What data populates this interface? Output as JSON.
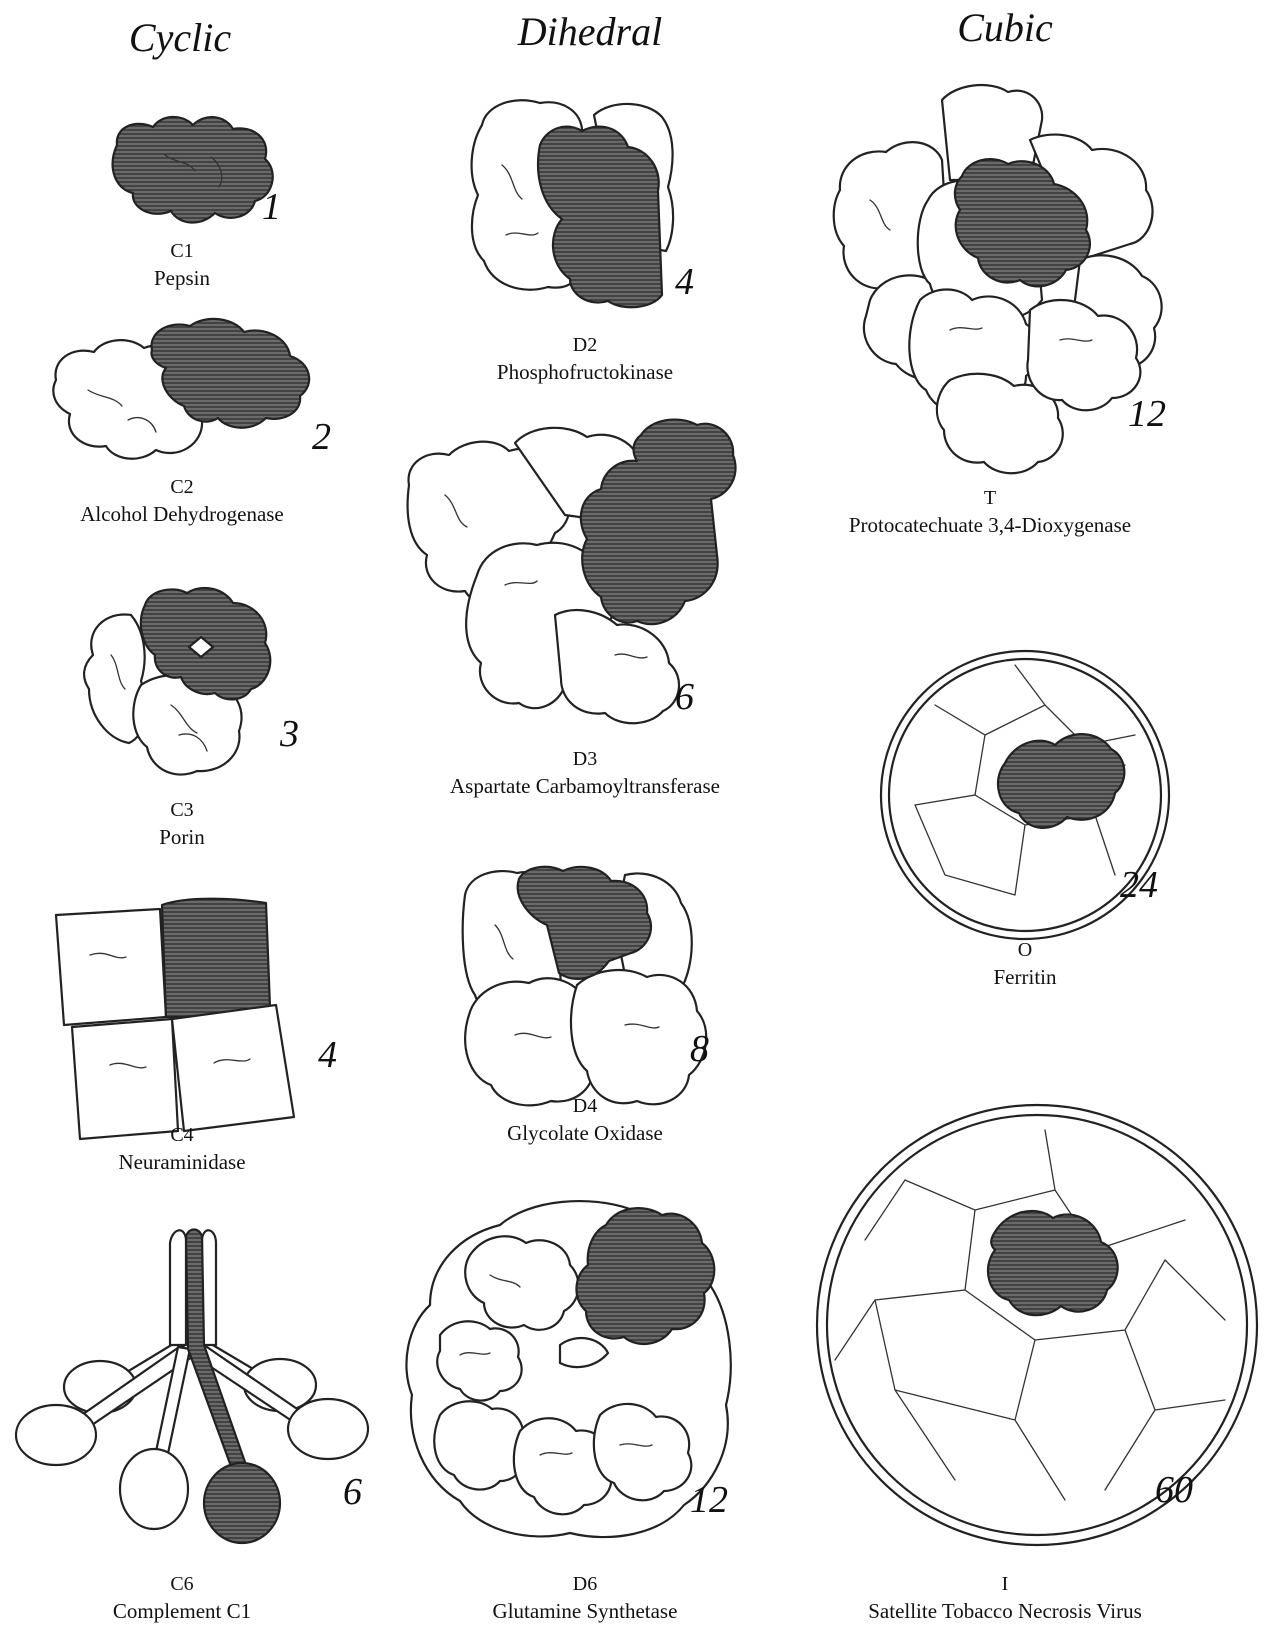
{
  "columns": {
    "cyclic": "Cyclic",
    "dihedral": "Dihedral",
    "cubic": "Cubic"
  },
  "panels": {
    "c1": {
      "symbol": "C1",
      "name": "Pepsin",
      "count": "1"
    },
    "c2": {
      "symbol": "C2",
      "name": "Alcohol Dehydrogenase",
      "count": "2"
    },
    "c3": {
      "symbol": "C3",
      "name": "Porin",
      "count": "3"
    },
    "c4": {
      "symbol": "C4",
      "name": "Neuraminidase",
      "count": "4"
    },
    "c6": {
      "symbol": "C6",
      "name": "Complement C1",
      "count": "6"
    },
    "d2": {
      "symbol": "D2",
      "name": "Phosphofructokinase",
      "count": "4"
    },
    "d3": {
      "symbol": "D3",
      "name": "Aspartate Carbamoyltransferase",
      "count": "6"
    },
    "d4": {
      "symbol": "D4",
      "name": "Glycolate Oxidase",
      "count": "8"
    },
    "d6": {
      "symbol": "D6",
      "name": "Glutamine Synthetase",
      "count": "12"
    },
    "t": {
      "symbol": "T",
      "name": "Protocatechuate 3,4-Dioxygenase",
      "count": "12"
    },
    "o": {
      "symbol": "O",
      "name": "Ferritin",
      "count": "24"
    },
    "i": {
      "symbol": "I",
      "name": "Satellite Tobacco Necrosis Virus",
      "count": "60"
    }
  },
  "colors": {
    "shaded_subunit": "#5a5a5a",
    "outline": "#222222",
    "background": "#ffffff"
  }
}
